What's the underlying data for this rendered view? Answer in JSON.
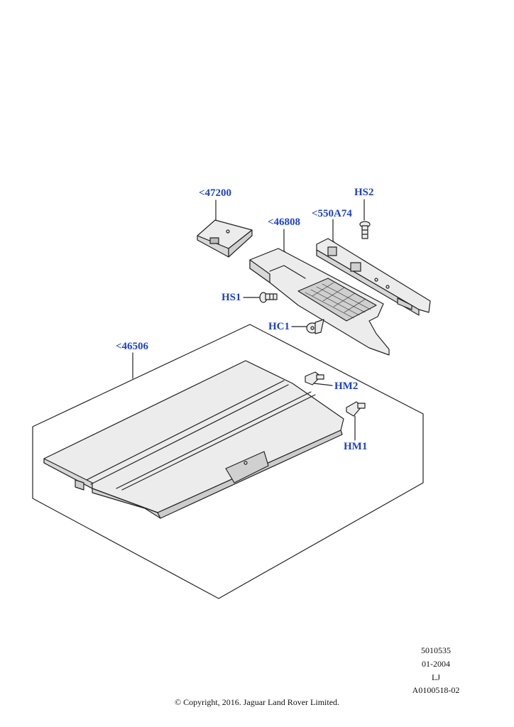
{
  "callouts": {
    "c47200": "<47200",
    "hs2": "HS2",
    "c550a74": "<550A74",
    "c46808": "<46808",
    "hs1": "HS1",
    "hc1": "HC1",
    "c46506": "<46506",
    "hm2": "HM2",
    "hm1": "HM1"
  },
  "meta": {
    "line1": "5010535",
    "line2": "01-2004",
    "line3": "LJ",
    "line4": "A0100518-02"
  },
  "copyright": "© Copyright, 2016. Jaguar Land Rover Limited.",
  "colors": {
    "callout": "#1a3fd6",
    "line": "#222222",
    "part_fill": "#ececec"
  }
}
